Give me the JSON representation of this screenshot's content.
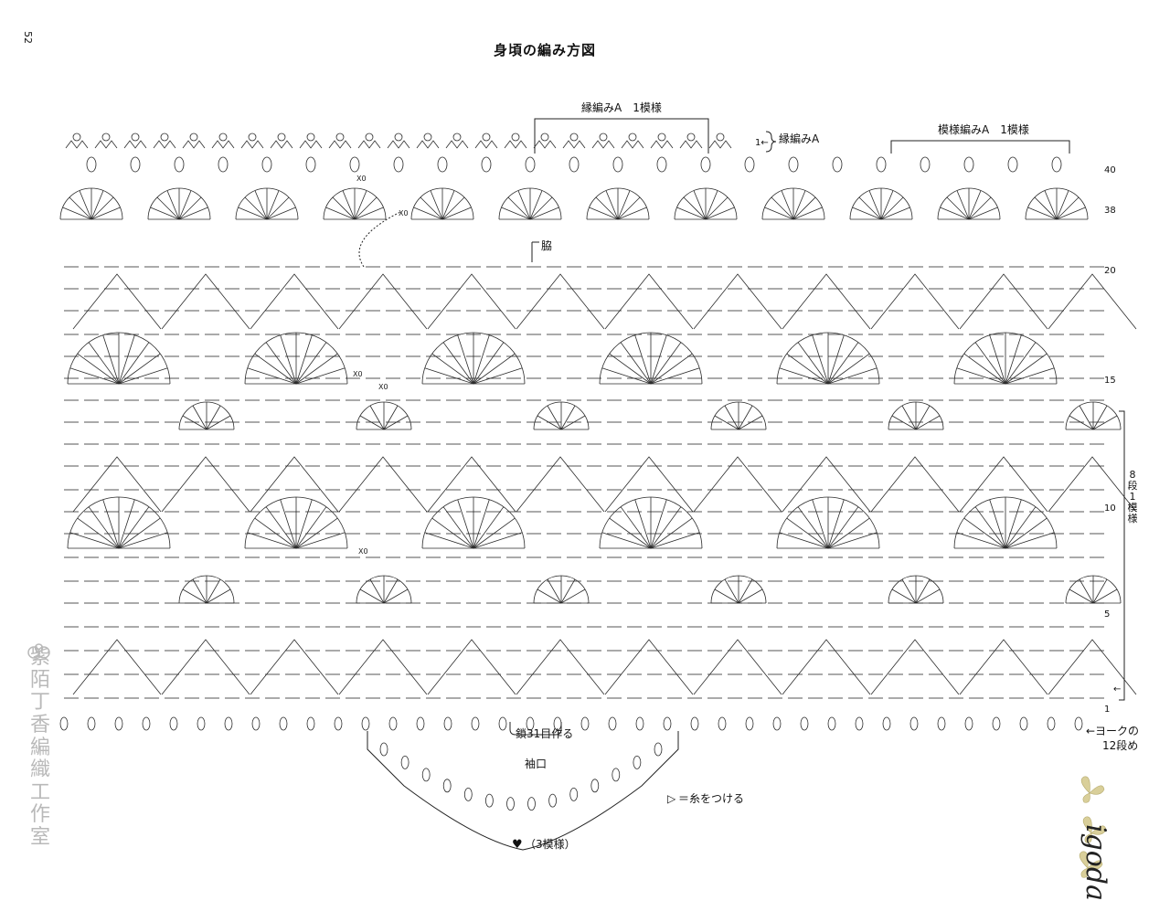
{
  "page_number": "52",
  "title": "身頃の編み方図",
  "labels": {
    "edging_a_repeat": "縁編みA　1模様",
    "edging_a": "縁編みA",
    "pattern_a_repeat": "模様編みA　1模様",
    "side": "脇",
    "chain_start": "鎖31目作る",
    "sleeve_opening": "袖口",
    "attach_yarn": "＝糸をつける",
    "heart_repeat": "（3模様）",
    "yoke_row_1": "←ヨークの",
    "yoke_row_2": "12段め",
    "eight_rows": "8段1模様"
  },
  "row_numbers": [
    "40",
    "38",
    "20",
    "15",
    "10",
    "5",
    "1"
  ],
  "row_arrow_top": "1←",
  "row_arrow_left": "←",
  "marker_x0": "X0",
  "watermark": "紫陌丁香編織工作室",
  "logo": "igoda",
  "colors": {
    "ink": "#222222",
    "watermark": "#b9b9b9",
    "butterfly": "#d9cf9a"
  },
  "icons": [
    "heart-icon",
    "triangle-attach-icon",
    "butterfly-icon",
    "watermark-flower-icon"
  ]
}
